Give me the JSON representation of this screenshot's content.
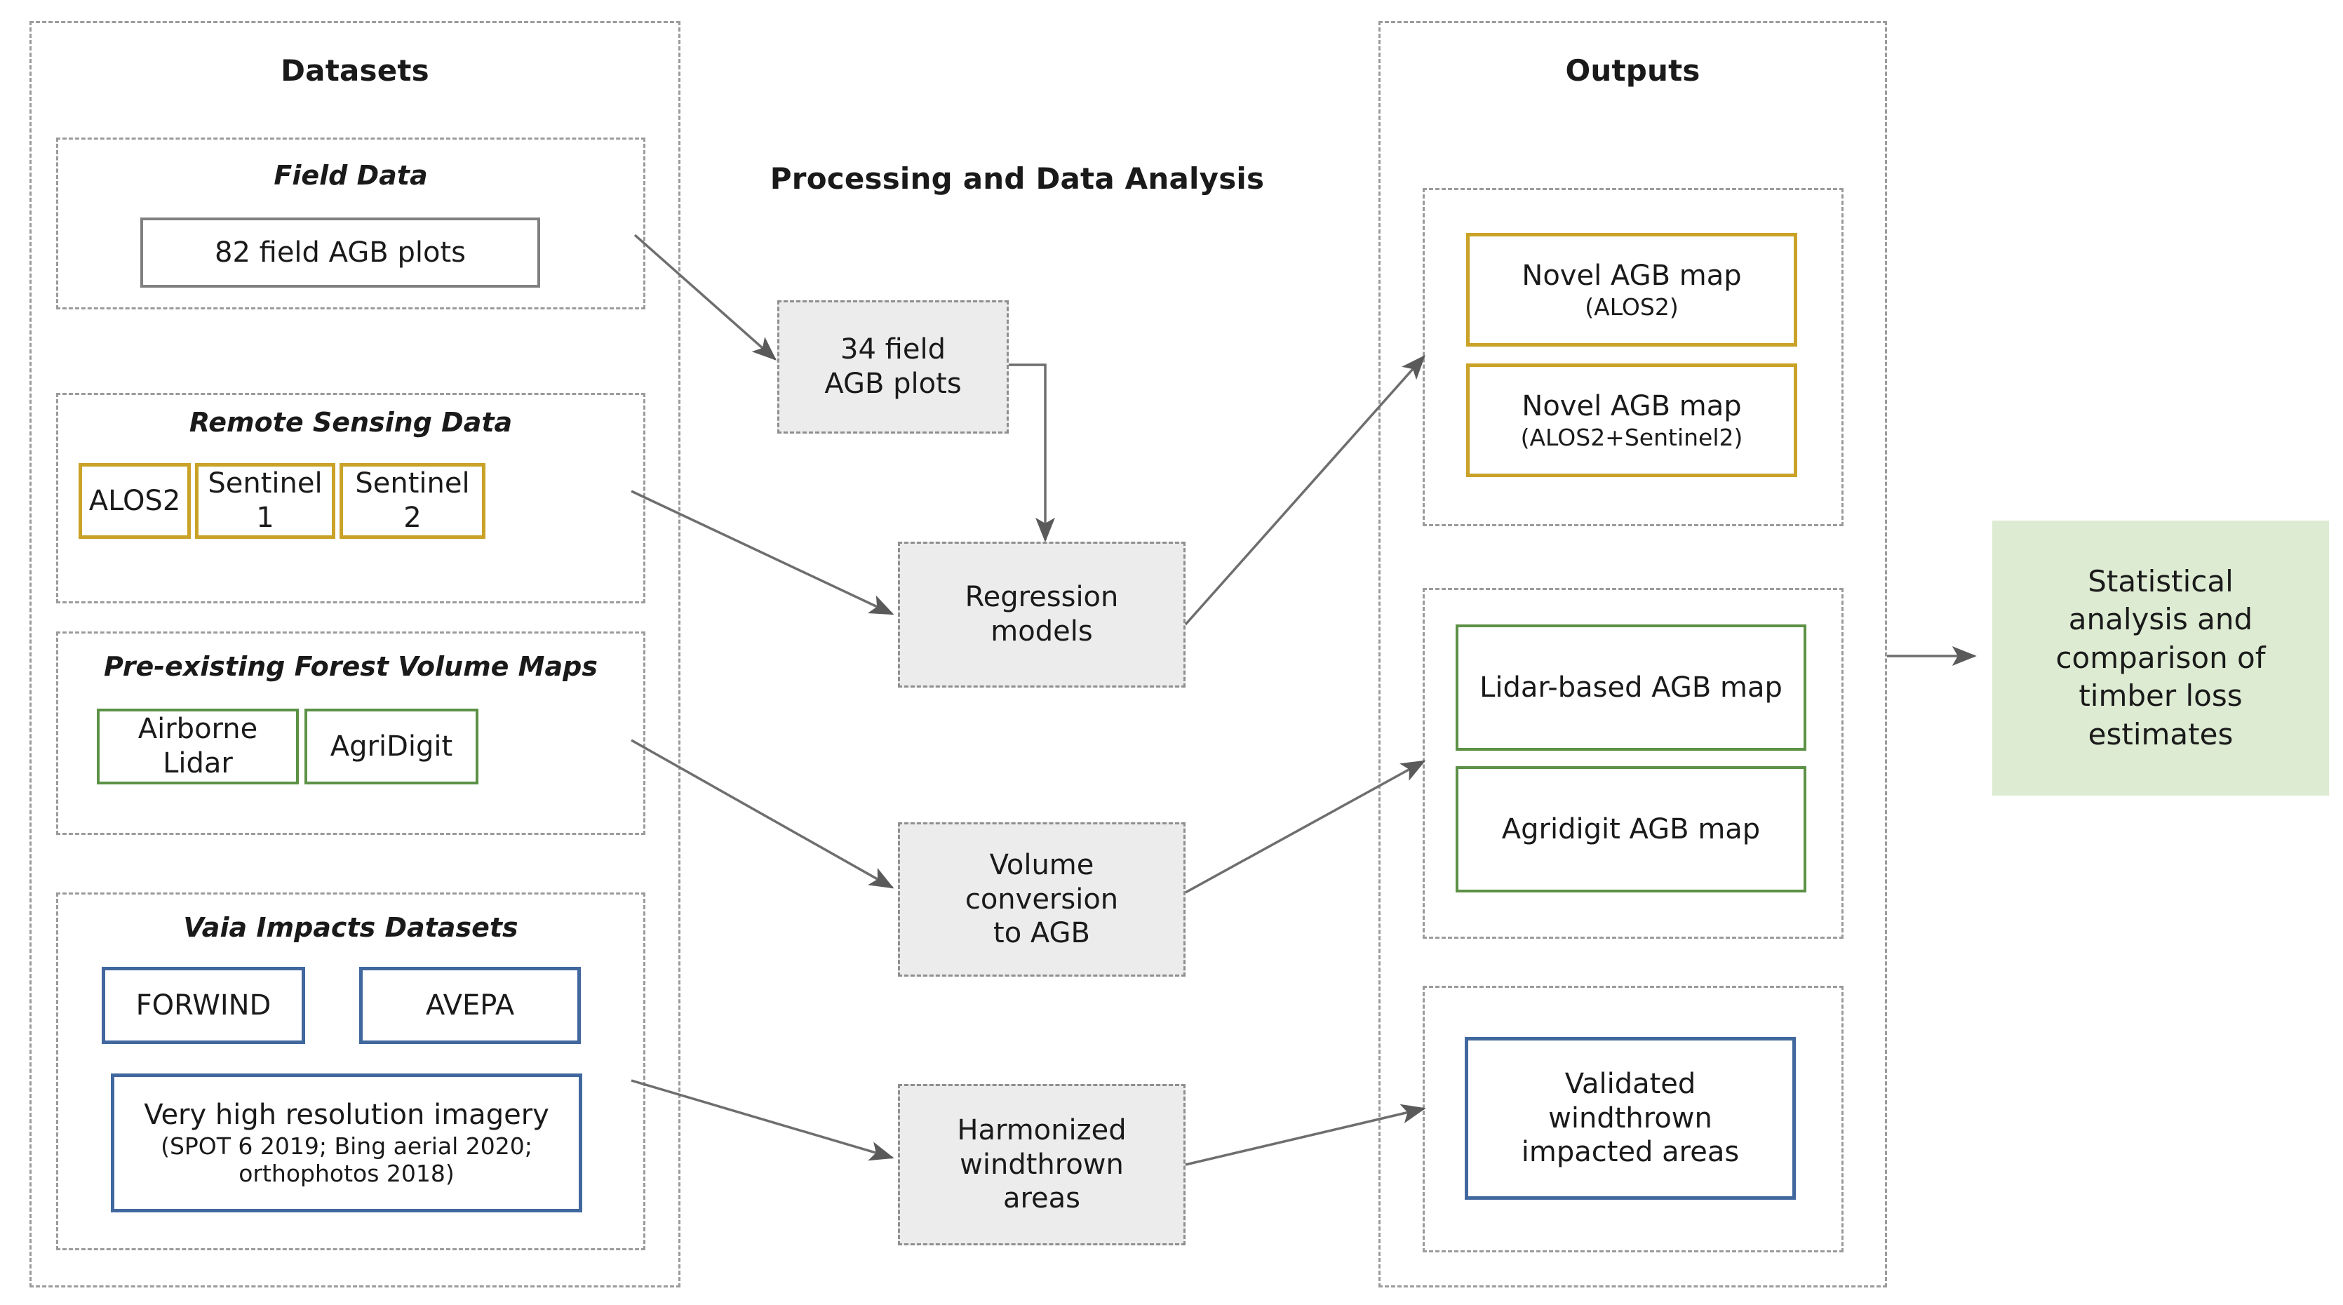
{
  "columns": {
    "datasets": {
      "title": "Datasets"
    },
    "processing": {
      "title": "Processing and Data Analysis"
    },
    "outputs": {
      "title": "Outputs"
    }
  },
  "groups": {
    "field_data": {
      "title": "Field Data"
    },
    "remote_sensing": {
      "title": "Remote Sensing Data"
    },
    "forest_volume": {
      "title": "Pre-existing Forest Volume Maps"
    },
    "vaia_impacts": {
      "title": "Vaia Impacts Datasets"
    }
  },
  "nodes": {
    "field_plots_82": {
      "label": "82 field AGB plots"
    },
    "alos2": {
      "label": "ALOS2"
    },
    "sentinel1": {
      "label": "Sentinel 1"
    },
    "sentinel2": {
      "label": "Sentinel 2"
    },
    "airborne_lidar": {
      "label": "Airborne Lidar"
    },
    "agridigit": {
      "label": "AgriDigit"
    },
    "forwind": {
      "label": "FORWIND"
    },
    "avepa": {
      "label": "AVEPA"
    },
    "vhr_imagery": {
      "label": "Very high resolution imagery",
      "sub_line1": "(SPOT 6 2019; Bing aerial 2020;",
      "sub_line2": "orthophotos 2018)"
    },
    "field_plots_34": {
      "line1": "34 field",
      "line2": "AGB plots"
    },
    "regression_models": {
      "line1": "Regression",
      "line2": "models"
    },
    "volume_conversion": {
      "line1": "Volume",
      "line2": "conversion",
      "line3": "to AGB"
    },
    "harmonized_windthrown": {
      "line1": "Harmonized",
      "line2": "windthrown",
      "line3": "areas"
    },
    "novel_agb_alos2": {
      "label": "Novel AGB map",
      "sub": "(ALOS2)"
    },
    "novel_agb_alos2_s2": {
      "label": "Novel AGB map",
      "sub": "(ALOS2+Sentinel2)"
    },
    "lidar_agb_map": {
      "label": "Lidar-based AGB map"
    },
    "agridigit_agb_map": {
      "label": "Agridigit AGB map"
    },
    "validated_windthrown": {
      "line1": "Validated",
      "line2": "windthrown",
      "line3": "impacted areas"
    },
    "statistical_analysis": {
      "line1": "Statistical",
      "line2": "analysis and",
      "line3": "comparison of",
      "line4": "timber loss",
      "line5": "estimates"
    }
  },
  "colors": {
    "gold": "#C9A227",
    "green": "#5C9146",
    "blue": "#41689E",
    "gray": "#808080",
    "process_fill": "#ECECEC",
    "process_border": "#8F8F8F",
    "final_fill": "#DDEBD2",
    "dashed_border": "#9B9B9B",
    "arrow": "#5A5A5A",
    "text": "#1A1A1A"
  }
}
